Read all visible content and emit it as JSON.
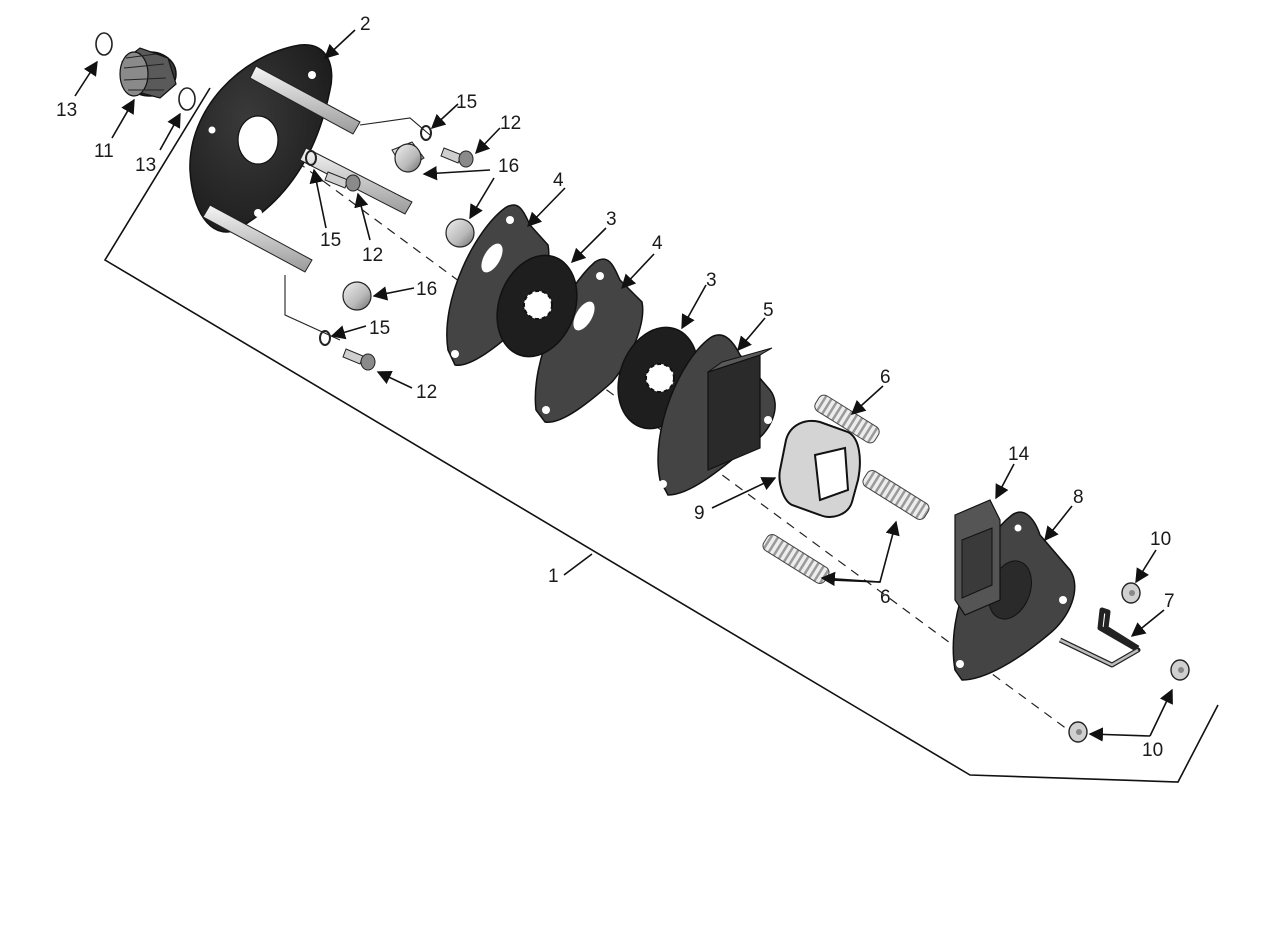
{
  "diagram": {
    "callouts": {
      "c1": "1",
      "c2": "2",
      "c3a": "3",
      "c3b": "3",
      "c4a": "4",
      "c4b": "4",
      "c5": "5",
      "c6a": "6",
      "c6b": "6",
      "c7": "7",
      "c8": "8",
      "c9": "9",
      "c10a": "10",
      "c10b": "10",
      "c11": "11",
      "c12a": "12",
      "c12b": "12",
      "c12c": "12",
      "c13a": "13",
      "c13b": "13",
      "c14": "14",
      "c15a": "15",
      "c15b": "15",
      "c15c": "15",
      "c16a": "16",
      "c16b": "16"
    },
    "colors": {
      "part_dark": "#2b2b2b",
      "part_mid": "#5a5a5a",
      "part_light": "#d9d9d9",
      "outline": "#111111"
    }
  }
}
